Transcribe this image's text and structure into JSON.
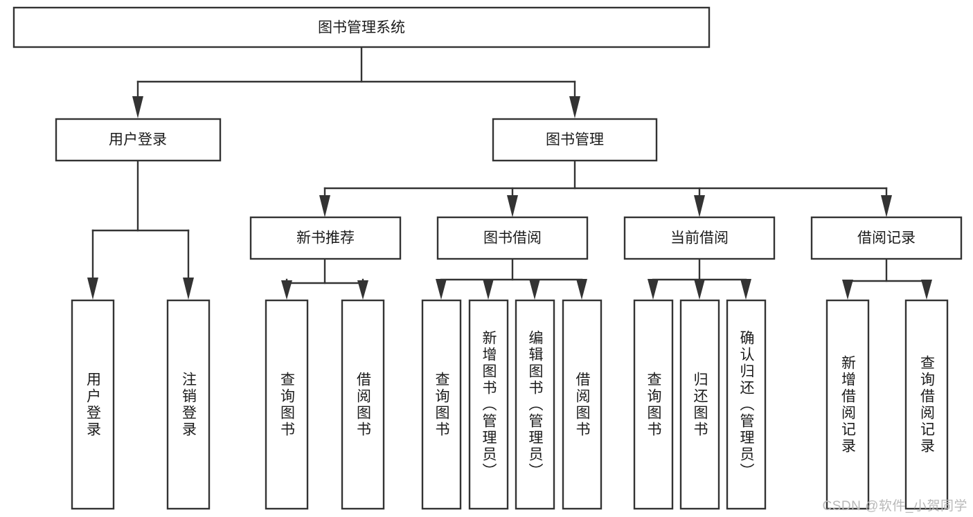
{
  "diagram": {
    "title": "图书管理系统",
    "type": "hierarchy-tree",
    "watermark": "CSDN @软件_小贺同学",
    "root": {
      "label": "图书管理系统"
    },
    "level2": [
      {
        "label": "用户登录"
      },
      {
        "label": "图书管理"
      }
    ],
    "level3": [
      {
        "label": "新书推荐"
      },
      {
        "label": "图书借阅"
      },
      {
        "label": "当前借阅"
      },
      {
        "label": "借阅记录"
      }
    ],
    "leaves": {
      "user_login": [
        {
          "label": "用户登录"
        },
        {
          "label": "注销登录"
        }
      ],
      "new_book_recommend": [
        {
          "label": "查询图书"
        },
        {
          "label": "借阅图书"
        }
      ],
      "book_borrow": [
        {
          "label": "查询图书"
        },
        {
          "label": "新增图书（管理员）"
        },
        {
          "label": "编辑图书（管理员）"
        },
        {
          "label": "借阅图书"
        }
      ],
      "current_borrow": [
        {
          "label": "查询图书"
        },
        {
          "label": "归还图书"
        },
        {
          "label": "确认归还（管理员）"
        }
      ],
      "borrow_record": [
        {
          "label": "新增借阅记录"
        },
        {
          "label": "查询借阅记录"
        }
      ]
    },
    "colors": {
      "box_stroke": "#333333",
      "box_fill": "#ffffff",
      "text": "#1b1b1b",
      "background": "#ffffff",
      "watermark": "#b9b9b9"
    }
  }
}
